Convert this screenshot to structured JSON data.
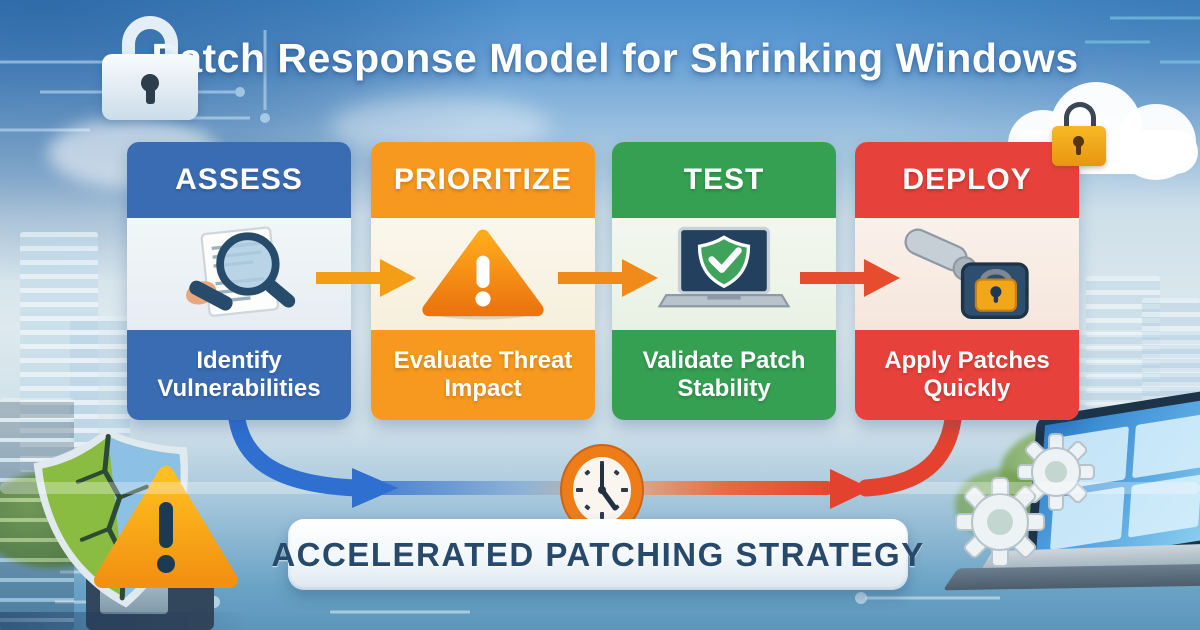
{
  "title": "Patch Response Model for Shrinking Windows",
  "steps": [
    {
      "label": "ASSESS",
      "description": "Identify Vulnerabilities",
      "color": "#3a6cb4",
      "icon": "magnifier-document-icon"
    },
    {
      "label": "PRIORITIZE",
      "description": "Evaluate Threat Impact",
      "color": "#f6991e",
      "icon": "warning-triangle-icon"
    },
    {
      "label": "TEST",
      "description": "Validate Patch Stability",
      "color": "#35a052",
      "icon": "laptop-shield-check-icon"
    },
    {
      "label": "DEPLOY",
      "description": "Apply Patches Quickly",
      "color": "#e6423b",
      "icon": "robotic-arm-padlock-icon"
    }
  ],
  "banner": {
    "label": "ACCELERATED PATCHING STRATEGY"
  },
  "flow": {
    "clock_icon": "clock-icon",
    "arrow_color_orange": "#f49d17",
    "arrow_color_red": "#e64d2e",
    "curve_color_blue": "#2e6fd0",
    "curve_color_red": "#e2422e"
  },
  "decorations": {
    "top_left_icon": "padlock-icon",
    "top_right_icon": "cloud-padlock-icon",
    "bottom_left_icons": [
      "cracked-shield-icon",
      "alert-triangle-icon",
      "server-rack-icon"
    ],
    "bottom_right_icons": [
      "gears-icon",
      "laptop-windows-icon"
    ]
  }
}
